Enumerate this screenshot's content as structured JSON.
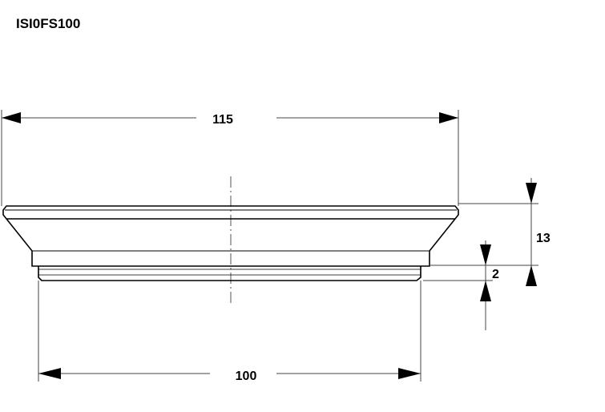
{
  "title": "ISI0FS100",
  "dimensions": {
    "overall_width": "115",
    "base_width": "100",
    "height": "13",
    "step_height": "2"
  },
  "colors": {
    "line": "#000000",
    "thin_line": "#444444",
    "background": "#ffffff"
  },
  "icons": [
    "arrow-head-icon"
  ]
}
